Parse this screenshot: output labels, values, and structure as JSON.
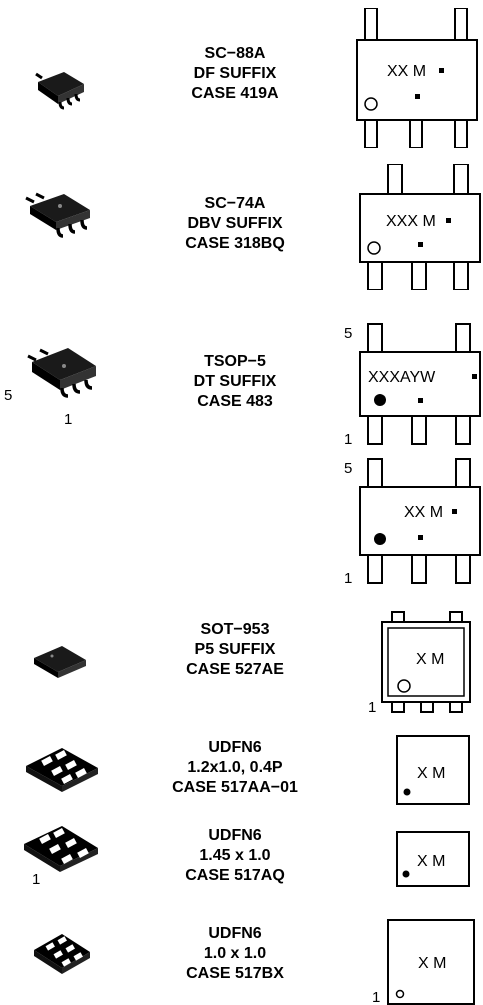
{
  "packages": [
    {
      "lines": [
        "SC−88A",
        "DF SUFFIX",
        "CASE 419A"
      ],
      "marking": "XX M",
      "dot_symbol": "▪"
    },
    {
      "lines": [
        "SC−74A",
        "DBV SUFFIX",
        "CASE 318BQ"
      ],
      "marking": "XXX M",
      "dot_symbol": "▪"
    },
    {
      "lines": [
        "TSOP−5",
        "DT SUFFIX",
        "CASE 483"
      ],
      "marking": "XXXAYW",
      "marking2": "XX M",
      "pin_top": "5",
      "pin_bottom": "1",
      "pin_top_b": "5",
      "pin_bottom_b": "1",
      "pkg_pin5": "5",
      "pkg_pin1": "1"
    },
    {
      "lines": [
        "SOT−953",
        "P5 SUFFIX",
        "CASE 527AE"
      ],
      "marking": "X M",
      "pin1": "1"
    },
    {
      "lines": [
        "UDFN6",
        "1.2x1.0, 0.4P",
        "CASE 517AA−01"
      ],
      "marking": "X M"
    },
    {
      "lines": [
        "UDFN6",
        "1.45 x 1.0",
        "CASE 517AQ"
      ],
      "marking": "X M",
      "pkg_pin1": "1"
    },
    {
      "lines": [
        "UDFN6",
        "1.0 x 1.0",
        "CASE 517BX"
      ],
      "marking": "X M",
      "pin1": "1"
    }
  ]
}
